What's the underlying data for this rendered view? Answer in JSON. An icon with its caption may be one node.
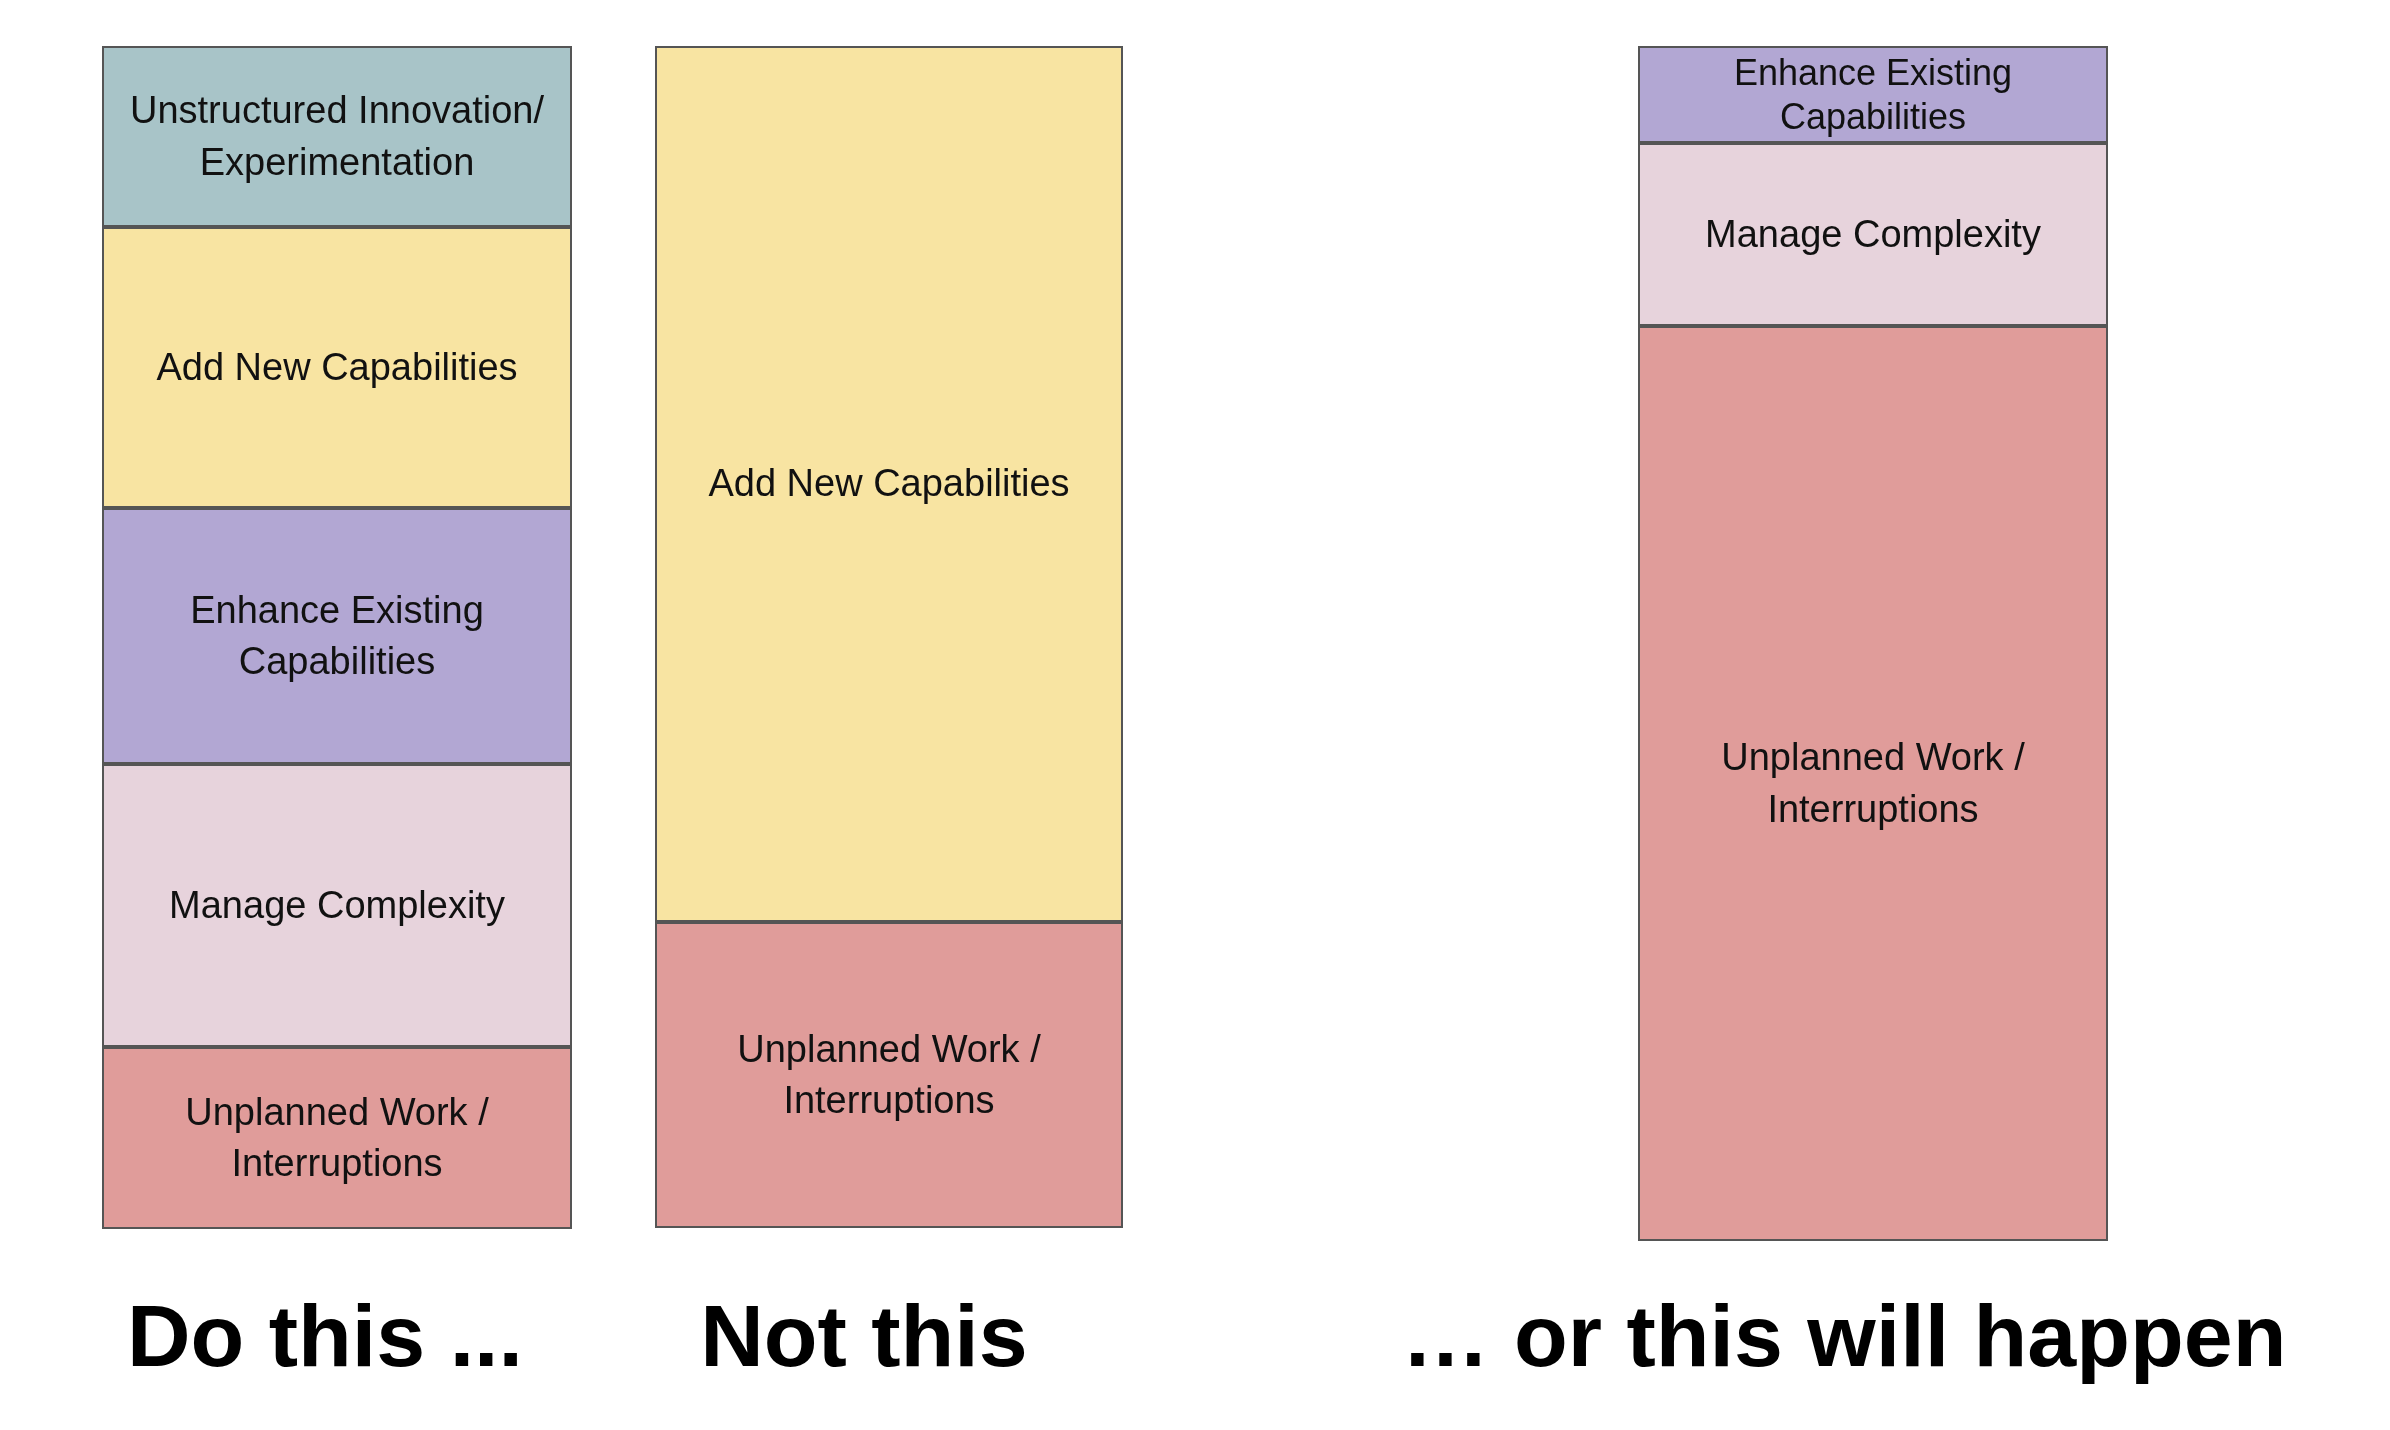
{
  "diagram": {
    "nodes": [
      {
        "text": [
          "Unstructured Innovation/ Experimentation"
        ]
      },
      {
        "text": [
          "Add New Capabilities"
        ]
      },
      {
        "text": [
          "Enhance Existing Capabilities"
        ]
      },
      {
        "text": [
          "Manage Complexity"
        ]
      },
      {
        "text": [
          "Unplanned Work / Interruptions"
        ]
      },
      {
        "text": [
          "Add New Capabilities"
        ]
      },
      {
        "text": [
          "Unplanned Work / Interruptions"
        ]
      },
      {
        "text": [
          "Enhance Existing Capabilities"
        ]
      },
      {
        "text": [
          "Manage Complexity"
        ]
      },
      {
        "text": [
          "Unplanned Work / Interruptions"
        ]
      }
    ],
    "labels": [
      "Do this ...",
      "Not this",
      "… or this will happen"
    ]
  }
}
